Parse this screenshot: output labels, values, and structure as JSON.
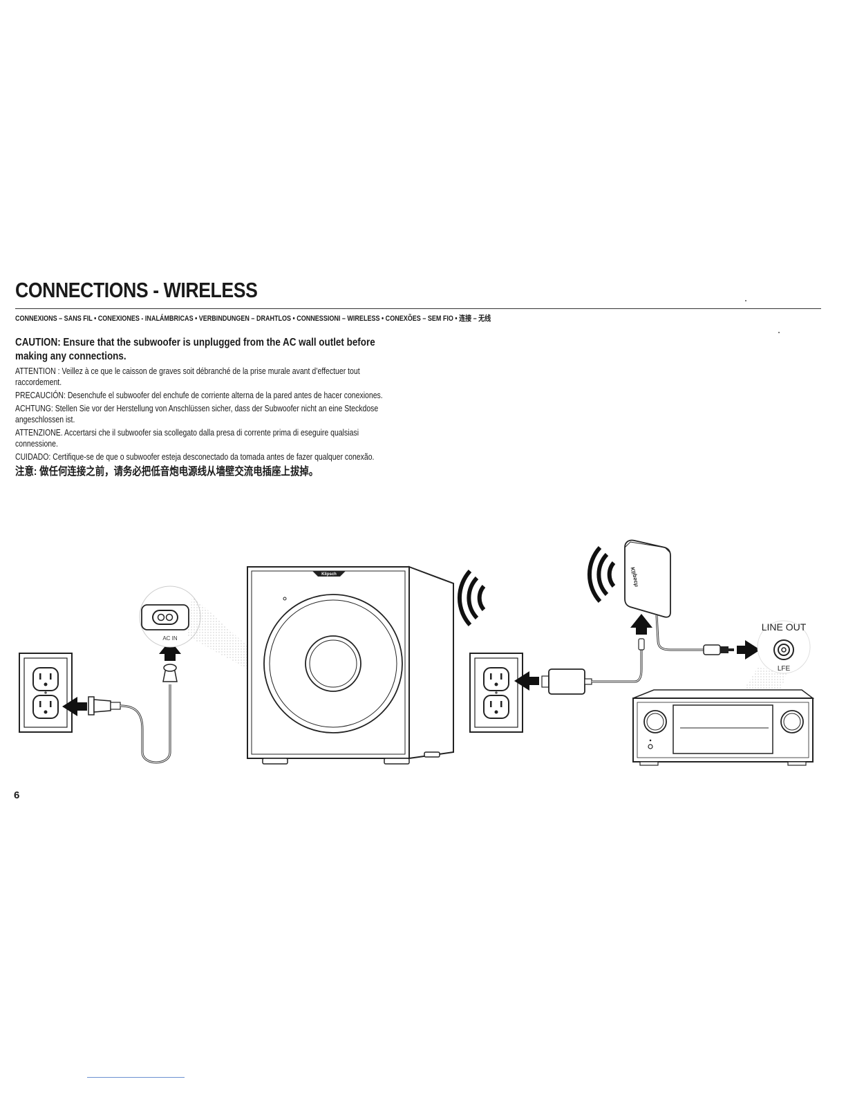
{
  "page": {
    "title": "CONNECTIONS - WIRELESS",
    "subtitle": "CONNEXIONS – SANS FIL • CONEXIONES - INALÁMBRICAS • VERBINDUNGEN – DRAHTLOS • CONNESSIONI – WIRELESS • CONEXÕES – SEM FIO • 连接 – 无线",
    "page_number": "6"
  },
  "caution": {
    "en": "CAUTION: Ensure that the subwoofer is unplugged from the AC wall outlet before making any connections.",
    "fr": "ATTENTION : Veillez à ce que le caisson de graves soit débranché de la prise murale avant d’effectuer tout raccordement.",
    "es": "PRECAUCIÓN: Desenchufe el subwoofer del enchufe de corriente alterna de la pared antes de hacer conexiones.",
    "de": "ACHTUNG: Stellen Sie vor der Herstellung von Anschlüssen sicher, dass der Subwoofer nicht an eine Steckdose angeschlossen ist.",
    "it": "ATTENZIONE. Accertarsi che il subwoofer sia scollegato dalla presa di corrente prima di eseguire qualsiasi connessione.",
    "pt": "CUIDADO: Certifique-se de que o subwoofer esteja desconectado da tomada antes de fazer qualquer conexão.",
    "zh": "注意:  做任何连接之前，请务必把低音炮电源线从墙壁交流电插座上拔掉。"
  },
  "diagram": {
    "brand_label": "Klipsch",
    "receiver_port_label": "LINE OUT",
    "receiver_sub_label": "LFE",
    "ac_port_label": "AC IN"
  }
}
